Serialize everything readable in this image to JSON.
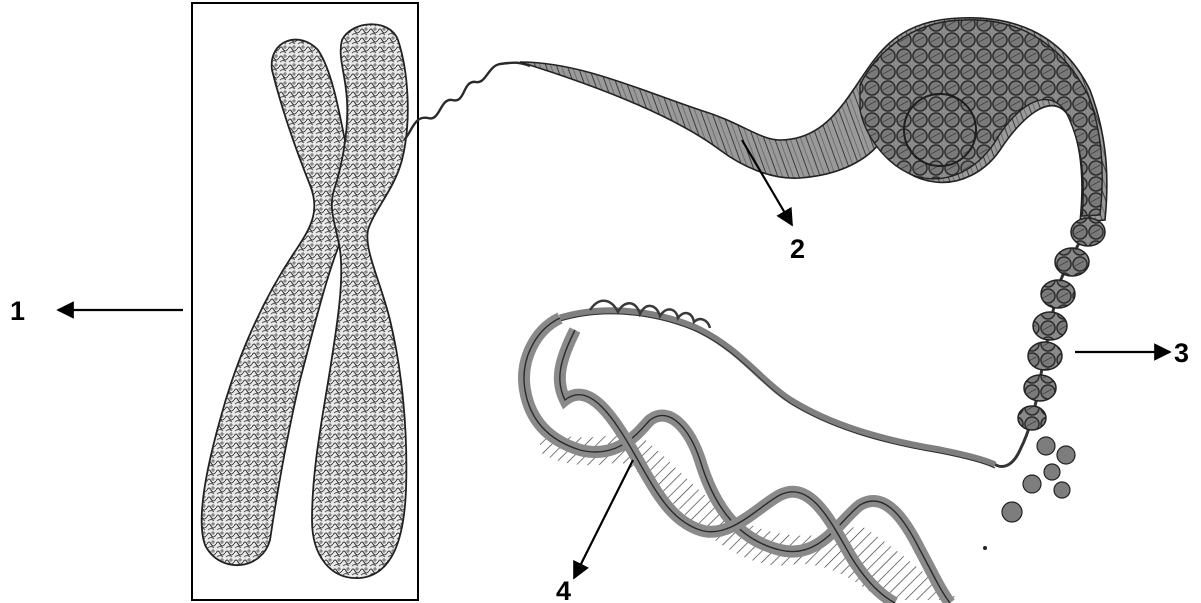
{
  "labels": {
    "label_1": "1",
    "label_2": "2",
    "label_3": "3",
    "label_4": "4"
  },
  "parts": [
    {
      "id": "chromosome",
      "label": "1"
    },
    {
      "id": "supercoiled-fiber",
      "label": "2"
    },
    {
      "id": "nucleosome-chain",
      "label": "3"
    },
    {
      "id": "dna-double-helix",
      "label": "4"
    }
  ],
  "colors": {
    "ink": "#000000",
    "strand": "#8a8a8a",
    "strand_dark": "#3a3a3a",
    "bead": "#7a7a7a",
    "chromatin_fill": "#d9d9d9",
    "background": "#ffffff"
  }
}
